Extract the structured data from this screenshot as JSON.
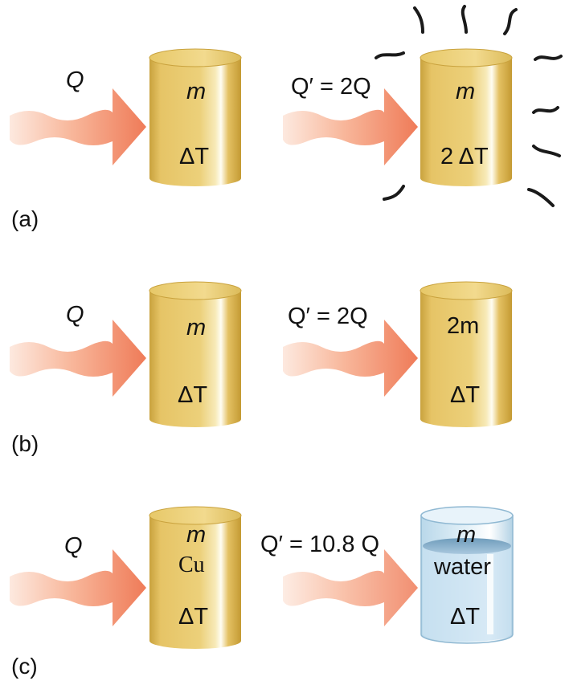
{
  "panels": [
    {
      "id": "a",
      "label": "(a)",
      "left": {
        "heat": "Q",
        "mass": "m",
        "delta": "ΔT"
      },
      "right": {
        "heat": "Q′ = 2Q",
        "mass": "m",
        "delta": "2 ΔT"
      }
    },
    {
      "id": "b",
      "label": "(b)",
      "left": {
        "heat": "Q",
        "mass": "m",
        "delta": "ΔT"
      },
      "right": {
        "heat": "Q′ = 2Q",
        "mass": "2m",
        "delta": "ΔT"
      }
    },
    {
      "id": "c",
      "label": "(c)",
      "left": {
        "heat": "Q",
        "mass": "m",
        "material": "Cu",
        "delta": "ΔT"
      },
      "right": {
        "heat": "Q′ = 10.8 Q",
        "mass": "m",
        "material": "water",
        "delta": "ΔT"
      }
    }
  ],
  "colors": {
    "block_fill": "#e8c76a",
    "block_shade": "#c9a23d",
    "arrow_fill": "#f08462",
    "water": "#cfe6f3",
    "squiggle": "#1a1a1a"
  }
}
